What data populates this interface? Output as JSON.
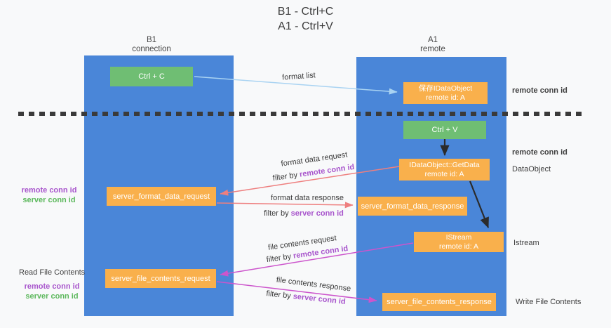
{
  "title": {
    "line1": "B1 - Ctrl+C",
    "line2": "A1 - Ctrl+V"
  },
  "columns": {
    "left": {
      "name": "B1",
      "subtitle": "connection"
    },
    "right": {
      "name": "A1",
      "subtitle": "remote"
    }
  },
  "boxes": {
    "ctrl_c": "Ctrl + C",
    "ctrl_v": "Ctrl + V",
    "save_idataobject": {
      "line1": "保存IDataObject",
      "line2": "remote id: A"
    },
    "getdata": {
      "line1": "IDataObject::GetData",
      "line2": "remote id: A"
    },
    "istream": {
      "line1": "IStream",
      "line2": "remote id: A"
    },
    "server_format_data_request": "server_format_data_request",
    "server_format_data_response": "server_format_data_response",
    "server_file_contents_request": "server_file_contents_request",
    "server_file_contents_response": "server_file_contents_response"
  },
  "labels": {
    "format_list": "format list",
    "format_data_request": "format data request",
    "format_data_response": "format data response",
    "file_contents_request": "file contents request",
    "file_contents_response": "file contents response",
    "filter_by": "filter by ",
    "remote_conn_id": "remote conn id",
    "server_conn_id": "server conn id",
    "dataobject": "DataObject",
    "istream": "Istream",
    "read_file_contents": "Read File Contents",
    "write_file_contents": "Write File Contents"
  },
  "colors": {
    "column_blue": "#4a86d8",
    "box_green": "#6fbe73",
    "box_orange": "#f9b04c",
    "label_purple": "#a855cc",
    "label_green": "#5cb85c",
    "arrow_lightblue": "#a9d3f2",
    "arrow_salmon": "#ee7f7f",
    "arrow_magenta": "#cc55cc",
    "arrow_black": "#2b2b2b"
  }
}
